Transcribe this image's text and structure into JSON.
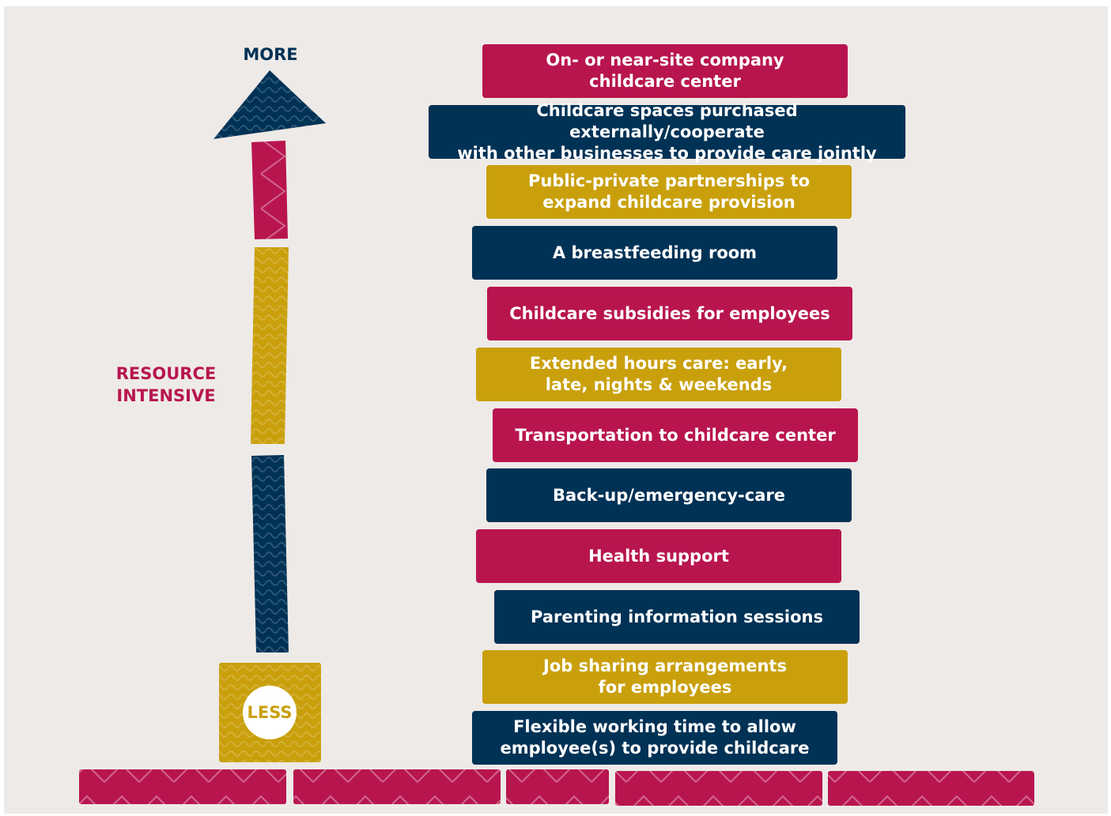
{
  "labels": {
    "more": "MORE",
    "resource_intensive_line1": "RESOURCE",
    "resource_intensive_line2": "INTENSIVE",
    "less": "LESS"
  },
  "colors": {
    "crimson": "#b8154f",
    "navy": "#003256",
    "gold": "#c9a00c",
    "background": "#eeeae7"
  },
  "blocks": [
    {
      "line1": "On- or near-site company",
      "line2": "childcare center",
      "color": "crimson"
    },
    {
      "line1": "Childcare spaces purchased externally/cooperate",
      "line2": "with other businesses to provide care jointly",
      "color": "navy"
    },
    {
      "line1": "Public-private partnerships to",
      "line2": "expand childcare provision",
      "color": "gold"
    },
    {
      "line1": "A breastfeeding room",
      "line2": "",
      "color": "navy"
    },
    {
      "line1": "Childcare subsidies for employees",
      "line2": "",
      "color": "crimson"
    },
    {
      "line1": "Extended hours care: early,",
      "line2": "late, nights & weekends",
      "color": "gold"
    },
    {
      "line1": "Transportation to childcare center",
      "line2": "",
      "color": "crimson"
    },
    {
      "line1": "Back-up/emergency-care",
      "line2": "",
      "color": "navy"
    },
    {
      "line1": "Health support",
      "line2": "",
      "color": "crimson"
    },
    {
      "line1": "Parenting information sessions",
      "line2": "",
      "color": "navy"
    },
    {
      "line1": "Job sharing arrangements",
      "line2": "for employees",
      "color": "gold"
    },
    {
      "line1": "Flexible working time to allow",
      "line2": "employee(s) to provide childcare",
      "color": "navy"
    }
  ]
}
